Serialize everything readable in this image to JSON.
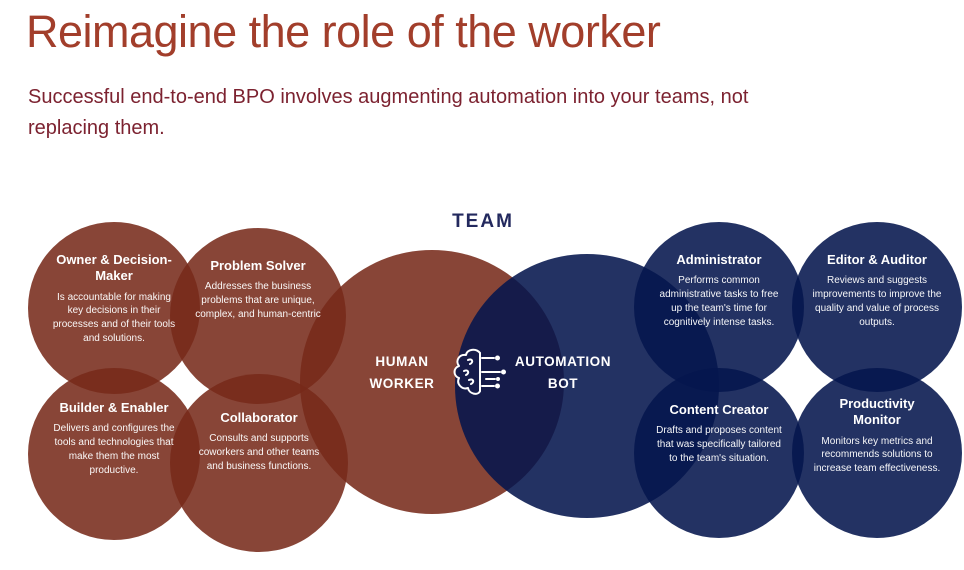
{
  "page": {
    "title": "Reimagine the role of the worker",
    "subtitle": "Successful end-to-end BPO involves augmenting automation into your teams, not replacing them.",
    "team_label": "TEAM"
  },
  "colors": {
    "title_text": "#A23E2B",
    "subtitle_text": "#7C2230",
    "team_label": "#23295E",
    "human_circle": "#874537",
    "bot_circle": "#233262",
    "circle_text": "#FFFFFF"
  },
  "center": {
    "human_label": "HUMAN WORKER",
    "bot_label": "AUTOMATION BOT",
    "icon": "brain-circuit-icon"
  },
  "human_roles": [
    {
      "title": "Owner & Decision-Maker",
      "description": "Is accountable for making key decisions in their processes and of their tools and solutions."
    },
    {
      "title": "Problem Solver",
      "description": "Addresses the business problems that are unique, complex, and human-centric"
    },
    {
      "title": "Builder & Enabler",
      "description": "Delivers and configures the tools and technologies that make them the most productive."
    },
    {
      "title": "Collaborator",
      "description": "Consults and supports coworkers and other teams and business functions."
    }
  ],
  "bot_roles": [
    {
      "title": "Administrator",
      "description": "Performs common administrative tasks to free up the team's time for cognitively intense tasks."
    },
    {
      "title": "Editor & Auditor",
      "description": "Reviews and suggests improvements to improve the quality and value of process outputs."
    },
    {
      "title": "Content Creator",
      "description": "Drafts and proposes content that was specifically tailored to the team's situation."
    },
    {
      "title": "Productivity Monitor",
      "description": "Monitors key metrics and recommends solutions to increase team effectiveness."
    }
  ]
}
